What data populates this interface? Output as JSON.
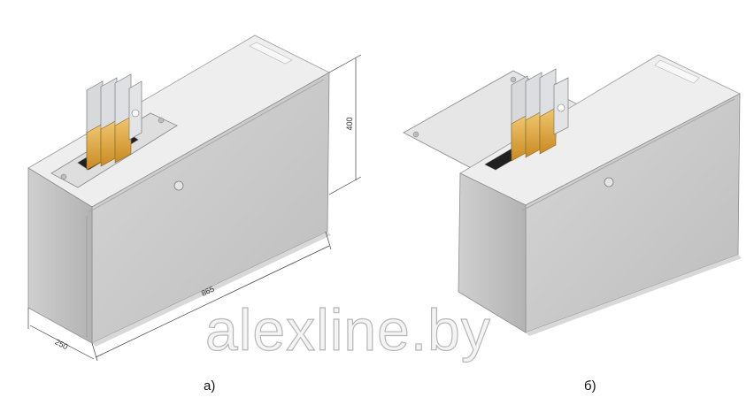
{
  "figure_a": {
    "caption": "а)",
    "dimensions": {
      "width": "865",
      "depth": "250",
      "height": "400"
    }
  },
  "figure_b": {
    "caption": "б)"
  },
  "watermark": "alexline.by",
  "colors": {
    "box_front": "#c9c9c9",
    "box_side": "#b8b8b8",
    "box_top": "#ececec",
    "busbar_silver": "#d9dadc",
    "busbar_copper": "#d9a440"
  }
}
